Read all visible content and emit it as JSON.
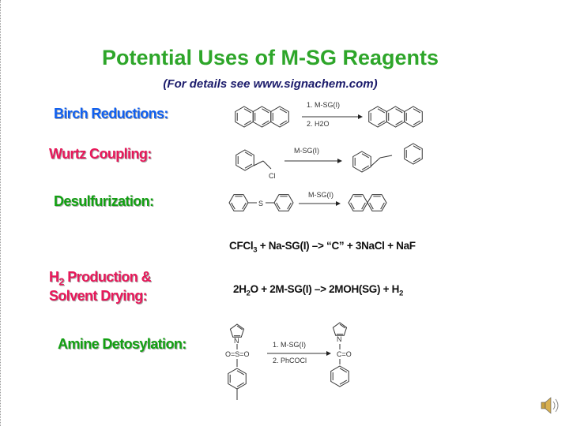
{
  "title": "Potential Uses of M-SG Reagents",
  "subtitle": "(For details see www.signachem.com)",
  "colors": {
    "title": "#2ea62a",
    "blue": "#1060f0",
    "red": "#e8185a",
    "green": "#12a012"
  },
  "sections": {
    "birch": {
      "label": "Birch Reductions:",
      "step1": "1. M-SG(I)",
      "step2": "2. H2O"
    },
    "wurtz": {
      "label": "Wurtz Coupling:",
      "reagent": "M-SG(I)",
      "cl": "Cl"
    },
    "desulf": {
      "label": "Desulfurization:",
      "reagent": "M-SG(I)",
      "s": "S"
    },
    "cfcl3": {
      "pre": "CFCl",
      "sub": "3",
      "post": " + Na-SG(I) –> “C” + 3NaCl + NaF"
    },
    "h2": {
      "label1": "H",
      "label1_sub": "2",
      "label1_post": " Production &",
      "label2": "Solvent Drying:",
      "eq_a": "2H",
      "eq_sub": "2",
      "eq_b": "O + 2M-SG(I) –> 2MOH(SG) + H",
      "eq_sub2": "2"
    },
    "amine": {
      "label": "Amine Detosylation:",
      "step1": "1. M-SG(I)",
      "step2": "2. PhCOCl",
      "n": "N",
      "so2": "O=S=O",
      "co": "C=O"
    }
  },
  "icons": {
    "speaker": "speaker-icon"
  }
}
